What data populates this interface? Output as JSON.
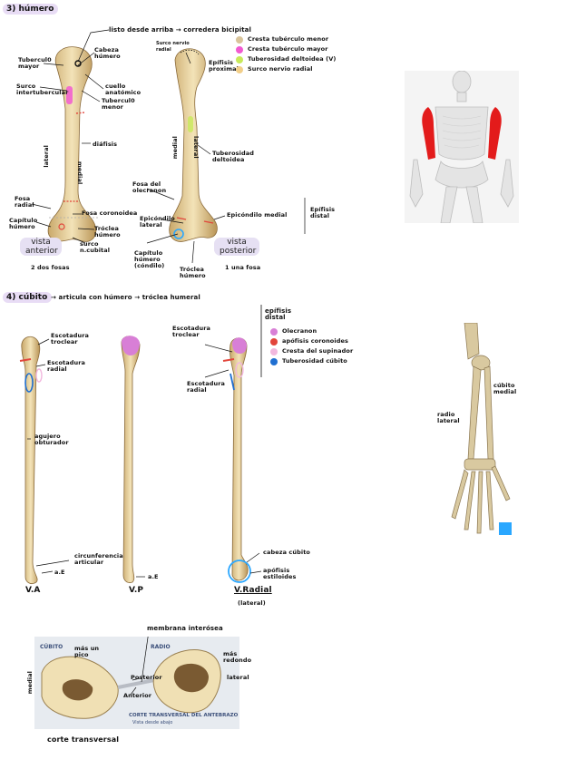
{
  "humero": {
    "title": "3) húmero",
    "top_note": "listo desde arriba → corredera bicipital",
    "labels": {
      "tuberculo_mayor": "Tubercul0 mayor",
      "cabeza_humero": "Cabeza húmero",
      "surco_intertubercular": "Surco intertubercular",
      "cuello_anatomico": "cuello anatómico",
      "tuberculo_menor": "Tubercul0 menor",
      "diafisis": "diáfisis",
      "lateral": "lateral",
      "medial": "medial",
      "fosa_radial": "Fosa radial",
      "capitulo_humero": "Capítulo húmero",
      "fosa_coronoidea": "Fosa coronoidea",
      "troclea_humero": "Tróclea húmero",
      "surco_n_cubital": "surco n.cubital",
      "surco_nervio_radial_top": "Surco nervio radial",
      "epifisis_proximal": "Epífisis proximal",
      "tuberosidad_deltoidea": "Tuberosidad deltoidea",
      "fosa_olecranon": "Fosa del olecranon",
      "epicondilo_lateral": "Epicóndilo lateral",
      "epicondilo_medial": "Epicóndilo medial",
      "epifisis_distal": "Epífisis distal",
      "capitulo_humero_condilo": "Capítulo húmero (cóndilo)",
      "troclea_humero_post": "Tróclea húmero",
      "lateral_post": "lateral",
      "medial_post": "medial",
      "vista_anterior": "vista anterior",
      "vista_posterior": "vista posterior",
      "dos_fosas": "2 dos fosas",
      "una_fosa": "1 una fosa"
    },
    "legend": [
      {
        "color": "#d9c49a",
        "text": "Cresta tubérculo menor"
      },
      {
        "color": "#f25ad1",
        "text": "Cresta tubérculo mayor"
      },
      {
        "color": "#c8ea5a",
        "text": "Tuberosidad deltoidea (V)"
      },
      {
        "color": "#f2cf8a",
        "text": "Surco nervio radial"
      }
    ]
  },
  "cubito": {
    "title": "4) cúbito",
    "subtitle": "→ articula con húmero → tróclea humeral",
    "labels": {
      "escotadura_troclear": "Escotadura troclear",
      "escotadura_radial": "Escotadura radial",
      "agujero_nutricio": "agujero obturador",
      "circunferencia": "circunferencia articular",
      "ae": "a.E",
      "ae2": "a.E",
      "escotadura_troclear_lat": "Escotadura troclear",
      "escotadura_radial_lat": "Escotadura radial",
      "cabeza_cubito": "cabeza cúbito",
      "apofisis_estiloides": "apófisis estiloides",
      "va": "V.A",
      "vp": "V.P",
      "vradial": "V.Radial",
      "lateral_note": "(lateral)",
      "epifisis_distal": "epífisis distal",
      "cubito_medial": "cúbito medial",
      "radio_lateral": "radio lateral"
    },
    "legend": [
      {
        "color": "#d87fd6",
        "text": "Olecranon"
      },
      {
        "color": "#e2453b",
        "text": "apófisis coronoides"
      },
      {
        "color": "#f2b8de",
        "text": "Cresta del supinador"
      },
      {
        "color": "#1f6fd1",
        "text": "Tuberosidad cúbito"
      }
    ]
  },
  "corte": {
    "membrana": "membrana interósea",
    "cubito_label": "CÚBITO",
    "radio_label": "RADIO",
    "mas_redondo": "más redondo",
    "mas_pico": "más un pico",
    "lateral": "lateral",
    "medial": "medial",
    "posterior": "Posterior",
    "anterior": "Anterior",
    "caption": "CORTE TRANSVERSAL DEL ANTEBRAZO",
    "caption_sub": "Vista desde abajo",
    "handwritten": "corte transversal"
  }
}
